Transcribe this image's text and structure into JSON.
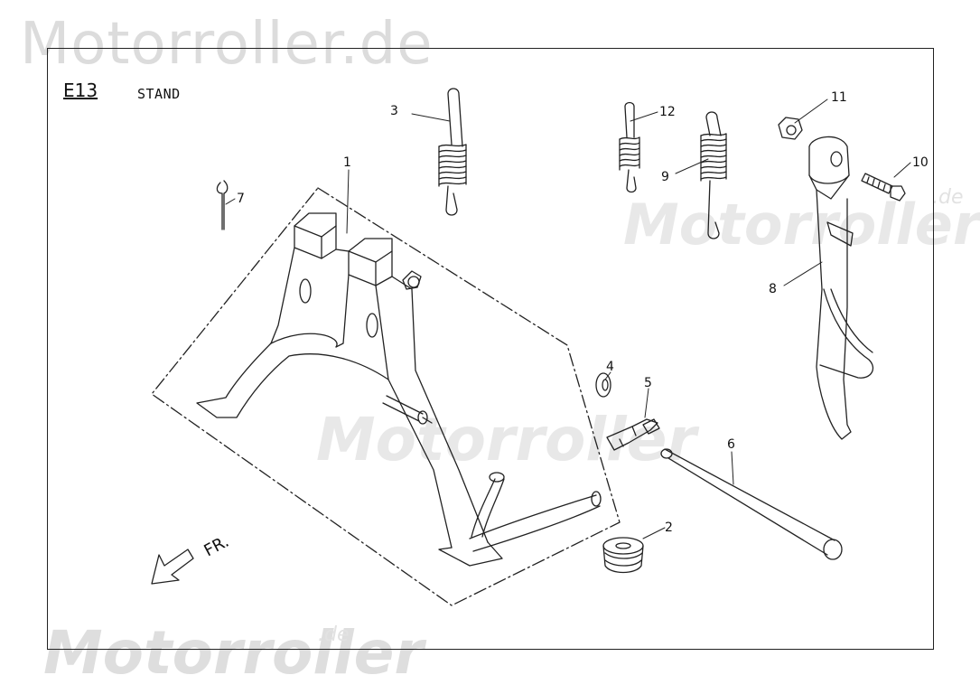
{
  "watermark": {
    "top": "Motorroller.de",
    "middle": "Motorroller",
    "right": "Motorroller",
    "bottom": "Motorroller",
    "de_suffix": ".de"
  },
  "header": {
    "section_code": "E13",
    "title": "STAND"
  },
  "direction_label": "FR.",
  "parts": [
    {
      "number": "1"
    },
    {
      "number": "2"
    },
    {
      "number": "3"
    },
    {
      "number": "4"
    },
    {
      "number": "5"
    },
    {
      "number": "6"
    },
    {
      "number": "7"
    },
    {
      "number": "8"
    },
    {
      "number": "9"
    },
    {
      "number": "10"
    },
    {
      "number": "11"
    },
    {
      "number": "12"
    }
  ]
}
